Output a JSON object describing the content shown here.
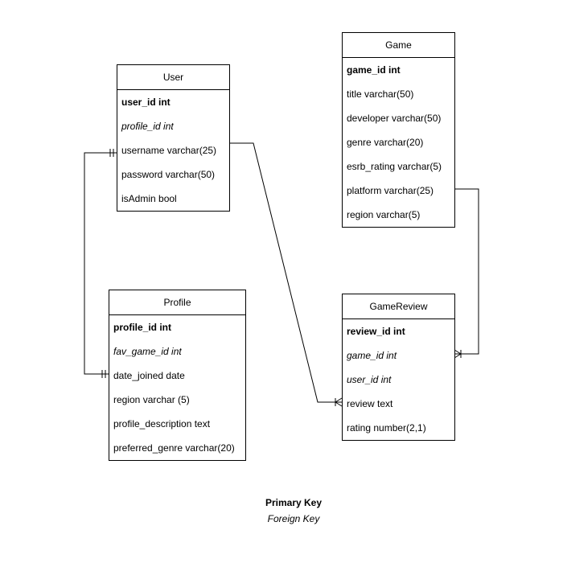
{
  "entities": {
    "user": {
      "title": "User",
      "fields": [
        {
          "label": "user_id int",
          "role": "pk"
        },
        {
          "label": "profile_id int",
          "role": "fk"
        },
        {
          "label": "username varchar(25)",
          "role": "plain"
        },
        {
          "label": "password varchar(50)",
          "role": "plain"
        },
        {
          "label": "isAdmin bool",
          "role": "plain"
        }
      ]
    },
    "game": {
      "title": "Game",
      "fields": [
        {
          "label": "game_id int",
          "role": "pk"
        },
        {
          "label": "title varchar(50)",
          "role": "plain"
        },
        {
          "label": "developer varchar(50)",
          "role": "plain"
        },
        {
          "label": "genre varchar(20)",
          "role": "plain"
        },
        {
          "label": "esrb_rating varchar(5)",
          "role": "plain"
        },
        {
          "label": "platform varchar(25)",
          "role": "plain"
        },
        {
          "label": "region varchar(5)",
          "role": "plain"
        }
      ]
    },
    "profile": {
      "title": "Profile",
      "fields": [
        {
          "label": "profile_id int",
          "role": "pk"
        },
        {
          "label": "fav_game_id int",
          "role": "fk"
        },
        {
          "label": "date_joined date",
          "role": "plain"
        },
        {
          "label": "region varchar (5)",
          "role": "plain"
        },
        {
          "label": "profile_description text",
          "role": "plain"
        },
        {
          "label": "preferred_genre varchar(20)",
          "role": "plain"
        }
      ]
    },
    "gamereview": {
      "title": "GameReview",
      "fields": [
        {
          "label": "review_id int",
          "role": "pk"
        },
        {
          "label": "game_id int",
          "role": "fk"
        },
        {
          "label": "user_id int",
          "role": "fk"
        },
        {
          "label": "review text",
          "role": "plain"
        },
        {
          "label": "rating number(2,1)",
          "role": "plain"
        }
      ]
    }
  },
  "relationships": [
    {
      "from": "user.username",
      "to": "profile.date_joined",
      "from_end": "one",
      "to_end": "one"
    },
    {
      "from": "user.username",
      "to": "gamereview.review",
      "from_end": "none",
      "to_end": "many"
    },
    {
      "from": "game.platform",
      "to": "gamereview.game_id",
      "from_end": "none",
      "to_end": "many"
    }
  ],
  "legend": {
    "primary_key": "Primary Key",
    "foreign_key": "Foreign Key"
  }
}
